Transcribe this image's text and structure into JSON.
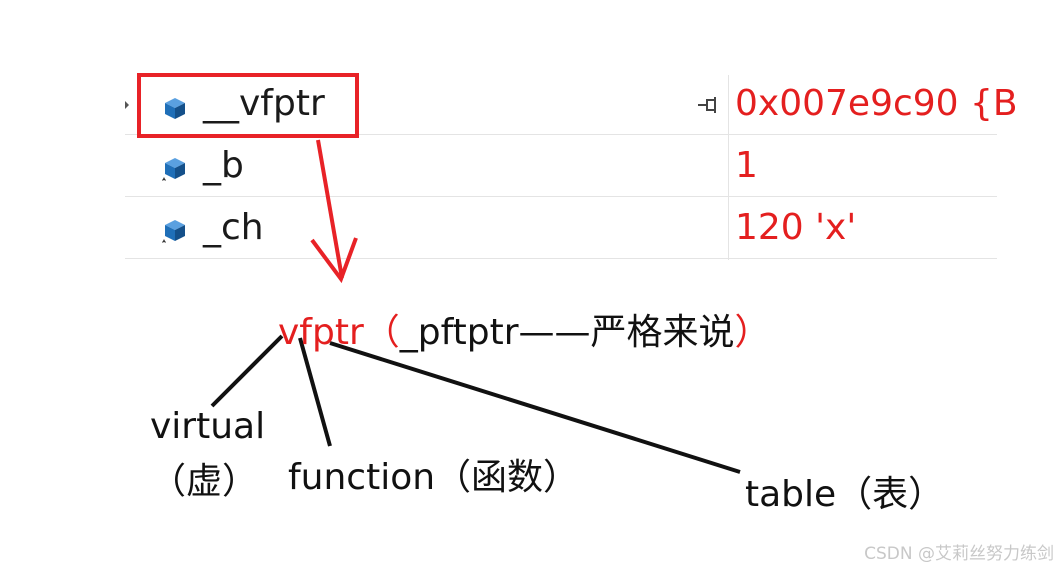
{
  "watch": {
    "rows": [
      {
        "name": "__vfptr",
        "value": "0x007e9c90 {B"
      },
      {
        "name": "_b",
        "value": "1"
      },
      {
        "name": "_ch",
        "value": "120 'x'"
      }
    ]
  },
  "annotation": {
    "main_red_prefix": "vfptr",
    "main_open_paren": "（",
    "main_black": "_pftptr——严格来说",
    "main_close_paren": "）",
    "virtual_word": "virtual",
    "virtual_cn": "（虚）",
    "function_label": "function（函数）",
    "table_label": "table（表）"
  },
  "colors": {
    "highlight": "#e82227",
    "value_text": "#e41f1f",
    "field_icon": "#1f6fb8"
  },
  "icons": [
    "field-icon",
    "pin-icon",
    "expander-arrow-icon"
  ],
  "watermark": "CSDN @艾莉丝努力练剑"
}
